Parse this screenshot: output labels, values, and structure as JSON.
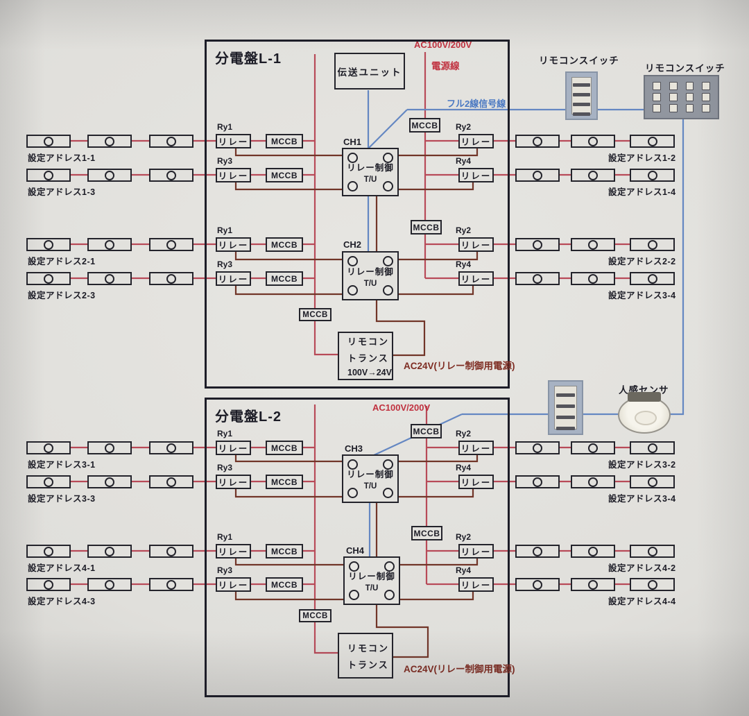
{
  "panel1": {
    "title": "分電盤L-1",
    "transmission_unit": "伝送ユニット",
    "ac_power_label": "AC100V/200V",
    "power_line_label": "電源線",
    "signal_line_label": "フル2線信号線",
    "ch_upper": "CH1",
    "ch_lower": "CH2",
    "trans_line1": "リモコン",
    "trans_line2": "トランス",
    "trans_line3": "100V→24V",
    "ac24_label": "AC24V(リレー制御用電源)"
  },
  "panel2": {
    "title": "分電盤L-2",
    "ac_power_label": "AC100V/200V",
    "ch_upper": "CH3",
    "ch_lower": "CH4",
    "trans_line1": "リモコン",
    "trans_line2": "トランス",
    "ac24_label": "AC24V(リレー制御用電源)"
  },
  "components": {
    "relay": "リレー",
    "mccb": "MCCB",
    "relay_control": "リレー制御",
    "tu": "T/U"
  },
  "relay_ids": {
    "ry1": "Ry1",
    "ry2": "Ry2",
    "ry3": "Ry3",
    "ry4": "Ry4"
  },
  "devices": {
    "remote_switch_label": "リモコンスイッチ",
    "motion_sensor_label": "人感センサ"
  },
  "fixture_rows": {
    "left": [
      "設定アドレス1-1",
      "設定アドレス1-3",
      "設定アドレス2-1",
      "設定アドレス2-3",
      "設定アドレス3-1",
      "設定アドレス3-3",
      "設定アドレス4-1",
      "設定アドレス4-3"
    ],
    "right": [
      "設定アドレス1-2",
      "設定アドレス1-4",
      "設定アドレス2-2",
      "設定アドレス3-4",
      "設定アドレス3-2",
      "設定アドレス3-4",
      "設定アドレス4-2",
      "設定アドレス4-4"
    ]
  },
  "colors": {
    "power_line": "#b84a58",
    "control_line": "#713528",
    "signal_line": "#6487c2",
    "red_text": "#c0313f",
    "blue_text": "#4a78c2",
    "dark_red_text": "#7e2c22",
    "box_border": "#23232b",
    "paper": "#e2e1dd"
  }
}
